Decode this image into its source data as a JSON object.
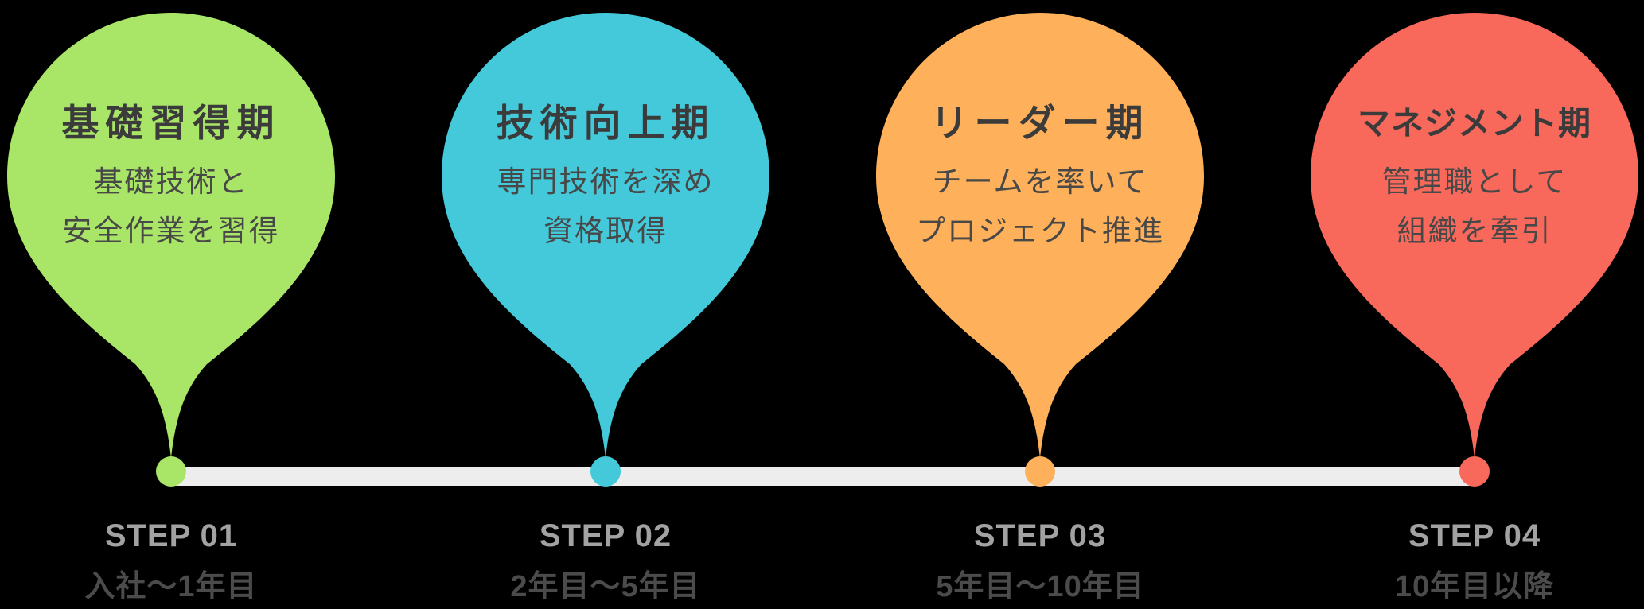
{
  "canvas": {
    "background": "#000000"
  },
  "timeline": {
    "line_color": "#EDEDED"
  },
  "text_colors": {
    "title": "#3B3B3B",
    "description": "#484848",
    "step_label": "#A2A2A2",
    "period": "#4B4B4B"
  },
  "steps": [
    {
      "title": "基礎習得期",
      "desc_line1": "基礎技術と",
      "desc_line2": "安全作業を習得",
      "step_label": "STEP 01",
      "period": "入社〜1年目",
      "color": "#A9E566"
    },
    {
      "title": "技術向上期",
      "desc_line1": "専門技術を深め",
      "desc_line2": "資格取得",
      "step_label": "STEP 02",
      "period": "2年目〜5年目",
      "color": "#43C9D9"
    },
    {
      "title": "リーダー期",
      "desc_line1": "チームを率いて",
      "desc_line2": "プロジェクト推進",
      "step_label": "STEP 03",
      "period": "5年目〜10年目",
      "color": "#FFB05A"
    },
    {
      "title": "マネジメント期",
      "desc_line1": "管理職として",
      "desc_line2": "組織を牽引",
      "step_label": "STEP 04",
      "period": "10年目以降",
      "color": "#F9695B"
    }
  ]
}
